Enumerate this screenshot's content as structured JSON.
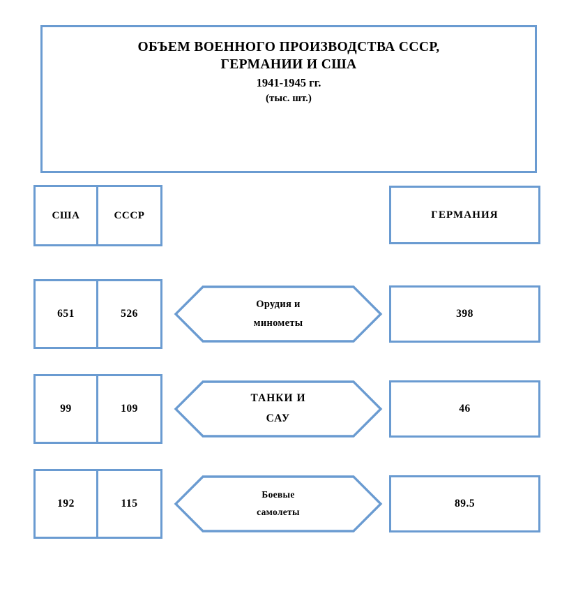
{
  "title": {
    "main": "ОБЪЕМ ВОЕННОГО ПРОИЗВОДСТВА  СССР,\nГЕРМАНИИ И США",
    "years": "1941-1945 гг.",
    "units": "(тыс. шт.)"
  },
  "headers": {
    "usa": "США",
    "ussr": "СССР",
    "germany": "ГЕРМАНИЯ"
  },
  "rows": [
    {
      "category": "Орудия и\nминометы",
      "usa": "651",
      "ussr": "526",
      "germany": "398"
    },
    {
      "category": "ТАНКИ И\nСАУ",
      "usa": "99",
      "ussr": "109",
      "germany": "46"
    },
    {
      "category": "Боевые\nсамолеты",
      "usa": "192",
      "ussr": "115",
      "germany": "89.5"
    }
  ],
  "colors": {
    "border": "#6a9bd1",
    "text": "#000000",
    "background": "#ffffff"
  },
  "chart_data": {
    "type": "table",
    "title": "ОБЪЕМ ВОЕННОГО ПРОИЗВОДСТВА  СССР, ГЕРМАНИИ И США",
    "subtitle": "1941-1945 гг.",
    "units": "(тыс. шт.)",
    "categories": [
      "Орудия и минометы",
      "ТАНКИ И САУ",
      "Боевые самолеты"
    ],
    "series": [
      {
        "name": "США",
        "values": [
          651,
          99,
          192
        ]
      },
      {
        "name": "СССР",
        "values": [
          526,
          109,
          115
        ]
      },
      {
        "name": "ГЕРМАНИЯ",
        "values": [
          398,
          46,
          89.5
        ]
      }
    ],
    "xlabel": "",
    "ylabel": "тыс. шт.",
    "legend": [
      "США",
      "СССР",
      "ГЕРМАНИЯ"
    ]
  }
}
